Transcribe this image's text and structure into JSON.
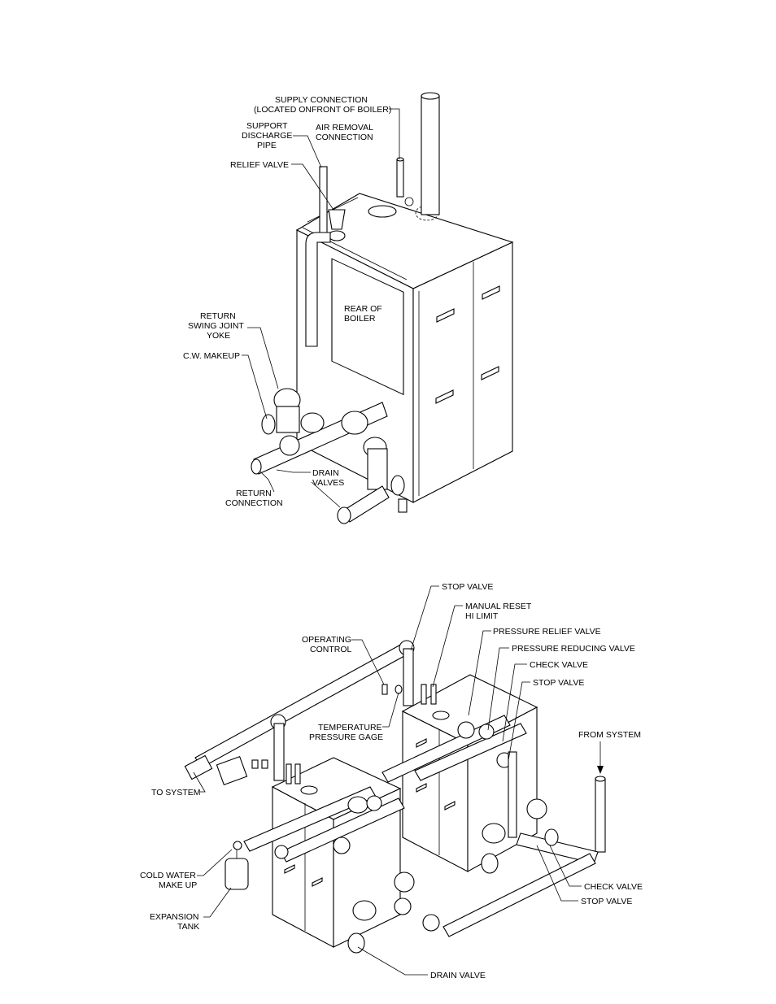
{
  "figure_top": {
    "boiler_text": [
      "REAR  OF",
      "BOILER"
    ],
    "labels": {
      "supply": [
        "SUPPLY CONNECTION",
        "(LOCATED ONFRONT OF BOILER)"
      ],
      "support": [
        "SUPPORT",
        "DISCHARGE",
        "PIPE"
      ],
      "air_removal": [
        "AIR REMOVAL",
        "CONNECTION"
      ],
      "relief_valve": [
        "RELIEF VALVE"
      ],
      "return_swing": [
        "RETURN",
        "SWING JOINT",
        "YOKE"
      ],
      "cw_makeup": [
        "C.W. MAKEUP"
      ],
      "drain_valves": [
        "DRAIN",
        "VALVES"
      ],
      "return_conn": [
        "RETURN",
        "CONNECTION"
      ]
    }
  },
  "figure_bottom": {
    "labels": {
      "stop_valve_top": [
        "STOP VALVE"
      ],
      "manual_reset": [
        "MANUAL  RESET",
        "HI LIMIT"
      ],
      "pressure_relief": [
        "PRESSURE RELIEF VALVE"
      ],
      "operating_control": [
        "OPERATING",
        "CONTROL"
      ],
      "pressure_reducing": [
        "PRESSURE REDUCING VALVE"
      ],
      "check_valve_top": [
        "CHECK  VALVE"
      ],
      "stop_valve_mid": [
        "STOP VALVE"
      ],
      "temp_pressure": [
        "TEMPERATURE",
        "PRESSURE GAGE"
      ],
      "from_system": [
        "FROM SYSTEM"
      ],
      "to_system": [
        "TO SYSTEM"
      ],
      "cold_water": [
        "COLD WATER",
        "MAKE UP"
      ],
      "check_valve_bottom": [
        "CHECK  VALVE"
      ],
      "stop_valve_bottom": [
        "STOP VALVE"
      ],
      "expansion_tank": [
        "EXPANSION",
        "TANK"
      ],
      "drain_valve": [
        "DRAIN VALVE"
      ]
    }
  }
}
